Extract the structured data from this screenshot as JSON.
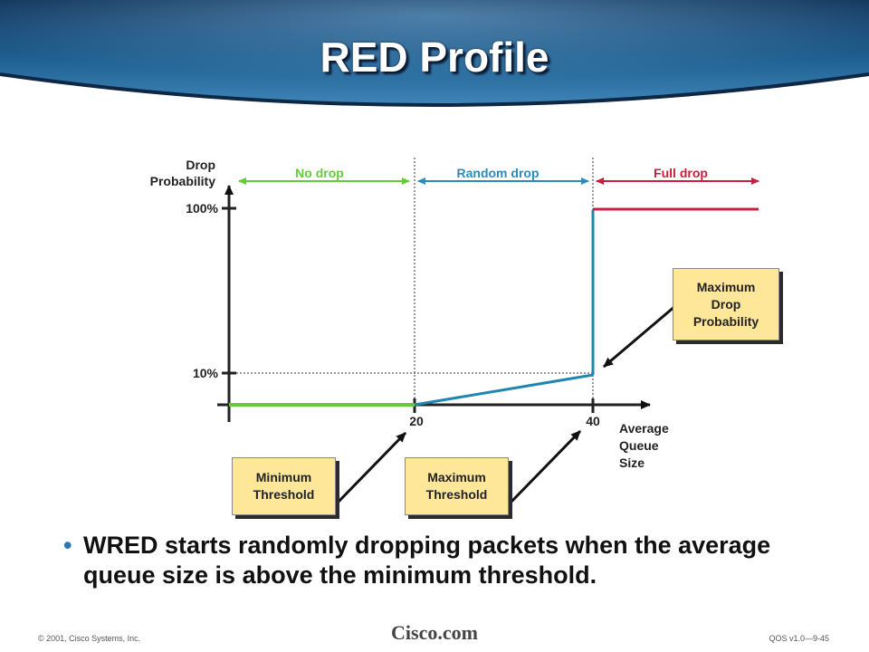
{
  "slide": {
    "title": "RED Profile",
    "bullet_marker": "•",
    "bullet_text": "WRED starts randomly dropping packets when the average queue size is above the minimum threshold."
  },
  "diagram": {
    "y_axis_label": [
      "Drop",
      "Probability"
    ],
    "y_ticks": [
      "100%",
      "10%"
    ],
    "x_ticks": [
      "20",
      "40"
    ],
    "x_axis_label": [
      "Average",
      "Queue",
      "Size"
    ],
    "regions": [
      {
        "label": "No drop",
        "color": "#66cc33"
      },
      {
        "label": "Random drop",
        "color": "#2a8cba"
      },
      {
        "label": "Full drop",
        "color": "#c8203c"
      }
    ],
    "callouts": {
      "max_drop_probability": [
        "Maximum",
        "Drop",
        "Probability"
      ],
      "min_threshold": [
        "Minimum",
        "Threshold"
      ],
      "max_threshold": [
        "Maximum",
        "Threshold"
      ]
    },
    "colors": {
      "no_drop": "#66cc33",
      "random_drop": "#1f86b0",
      "full_drop": "#c8203c",
      "callout_fill": "#ffe79a",
      "header_blue": "#1b4f7c"
    }
  },
  "footer": {
    "copyright": "© 2001, Cisco Systems, Inc.",
    "brand": "Cisco.com",
    "course": "QOS v1.0—9-45"
  }
}
